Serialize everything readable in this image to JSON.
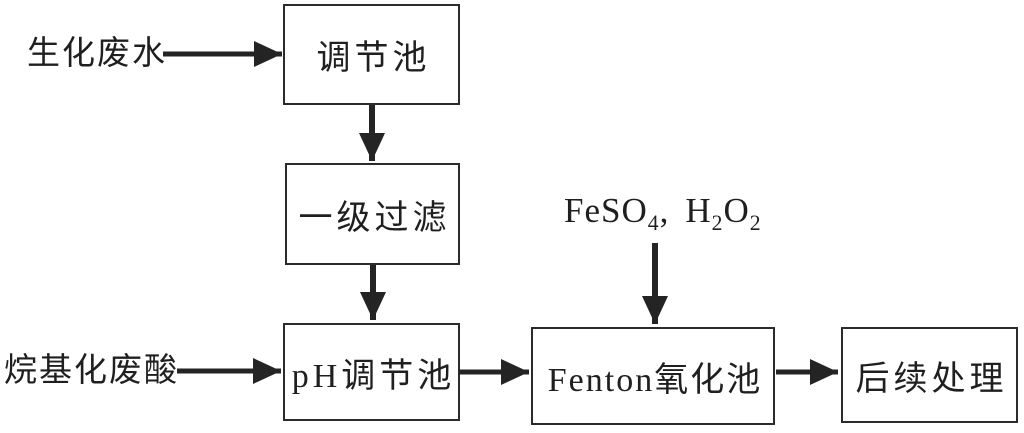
{
  "figure": {
    "background_color": "#ffffff",
    "ink_color": "#1f1f1f",
    "border_color": "#2b2b2b"
  },
  "diagram": {
    "nodes": [
      {
        "id": "adjust-tank",
        "label": "调节池"
      },
      {
        "id": "primary-filter",
        "label": "一级过滤"
      },
      {
        "id": "ph-adjust-tank",
        "label": "pH调节池"
      },
      {
        "id": "fenton-oxidation-tank",
        "label": "Fenton氧化池"
      },
      {
        "id": "post-treatment",
        "label": "后续处理"
      }
    ],
    "inputs": [
      {
        "id": "biochemical-wastewater",
        "label": "生化废水"
      },
      {
        "id": "alkylation-waste-acid",
        "label": "烷基化废酸"
      }
    ],
    "reagent": {
      "fe": "FeSO",
      "fe_sub": "4",
      "comma": ",",
      "h": "H",
      "h_sub": "2",
      "o": "O",
      "o_sub": "2"
    },
    "edges": [
      {
        "from": "biochemical-wastewater",
        "to": "adjust-tank"
      },
      {
        "from": "adjust-tank",
        "to": "primary-filter"
      },
      {
        "from": "primary-filter",
        "to": "ph-adjust-tank"
      },
      {
        "from": "alkylation-waste-acid",
        "to": "ph-adjust-tank"
      },
      {
        "from": "feso4-h2o2-reagent",
        "to": "fenton-oxidation-tank"
      },
      {
        "from": "ph-adjust-tank",
        "to": "fenton-oxidation-tank"
      },
      {
        "from": "fenton-oxidation-tank",
        "to": "post-treatment"
      }
    ]
  }
}
